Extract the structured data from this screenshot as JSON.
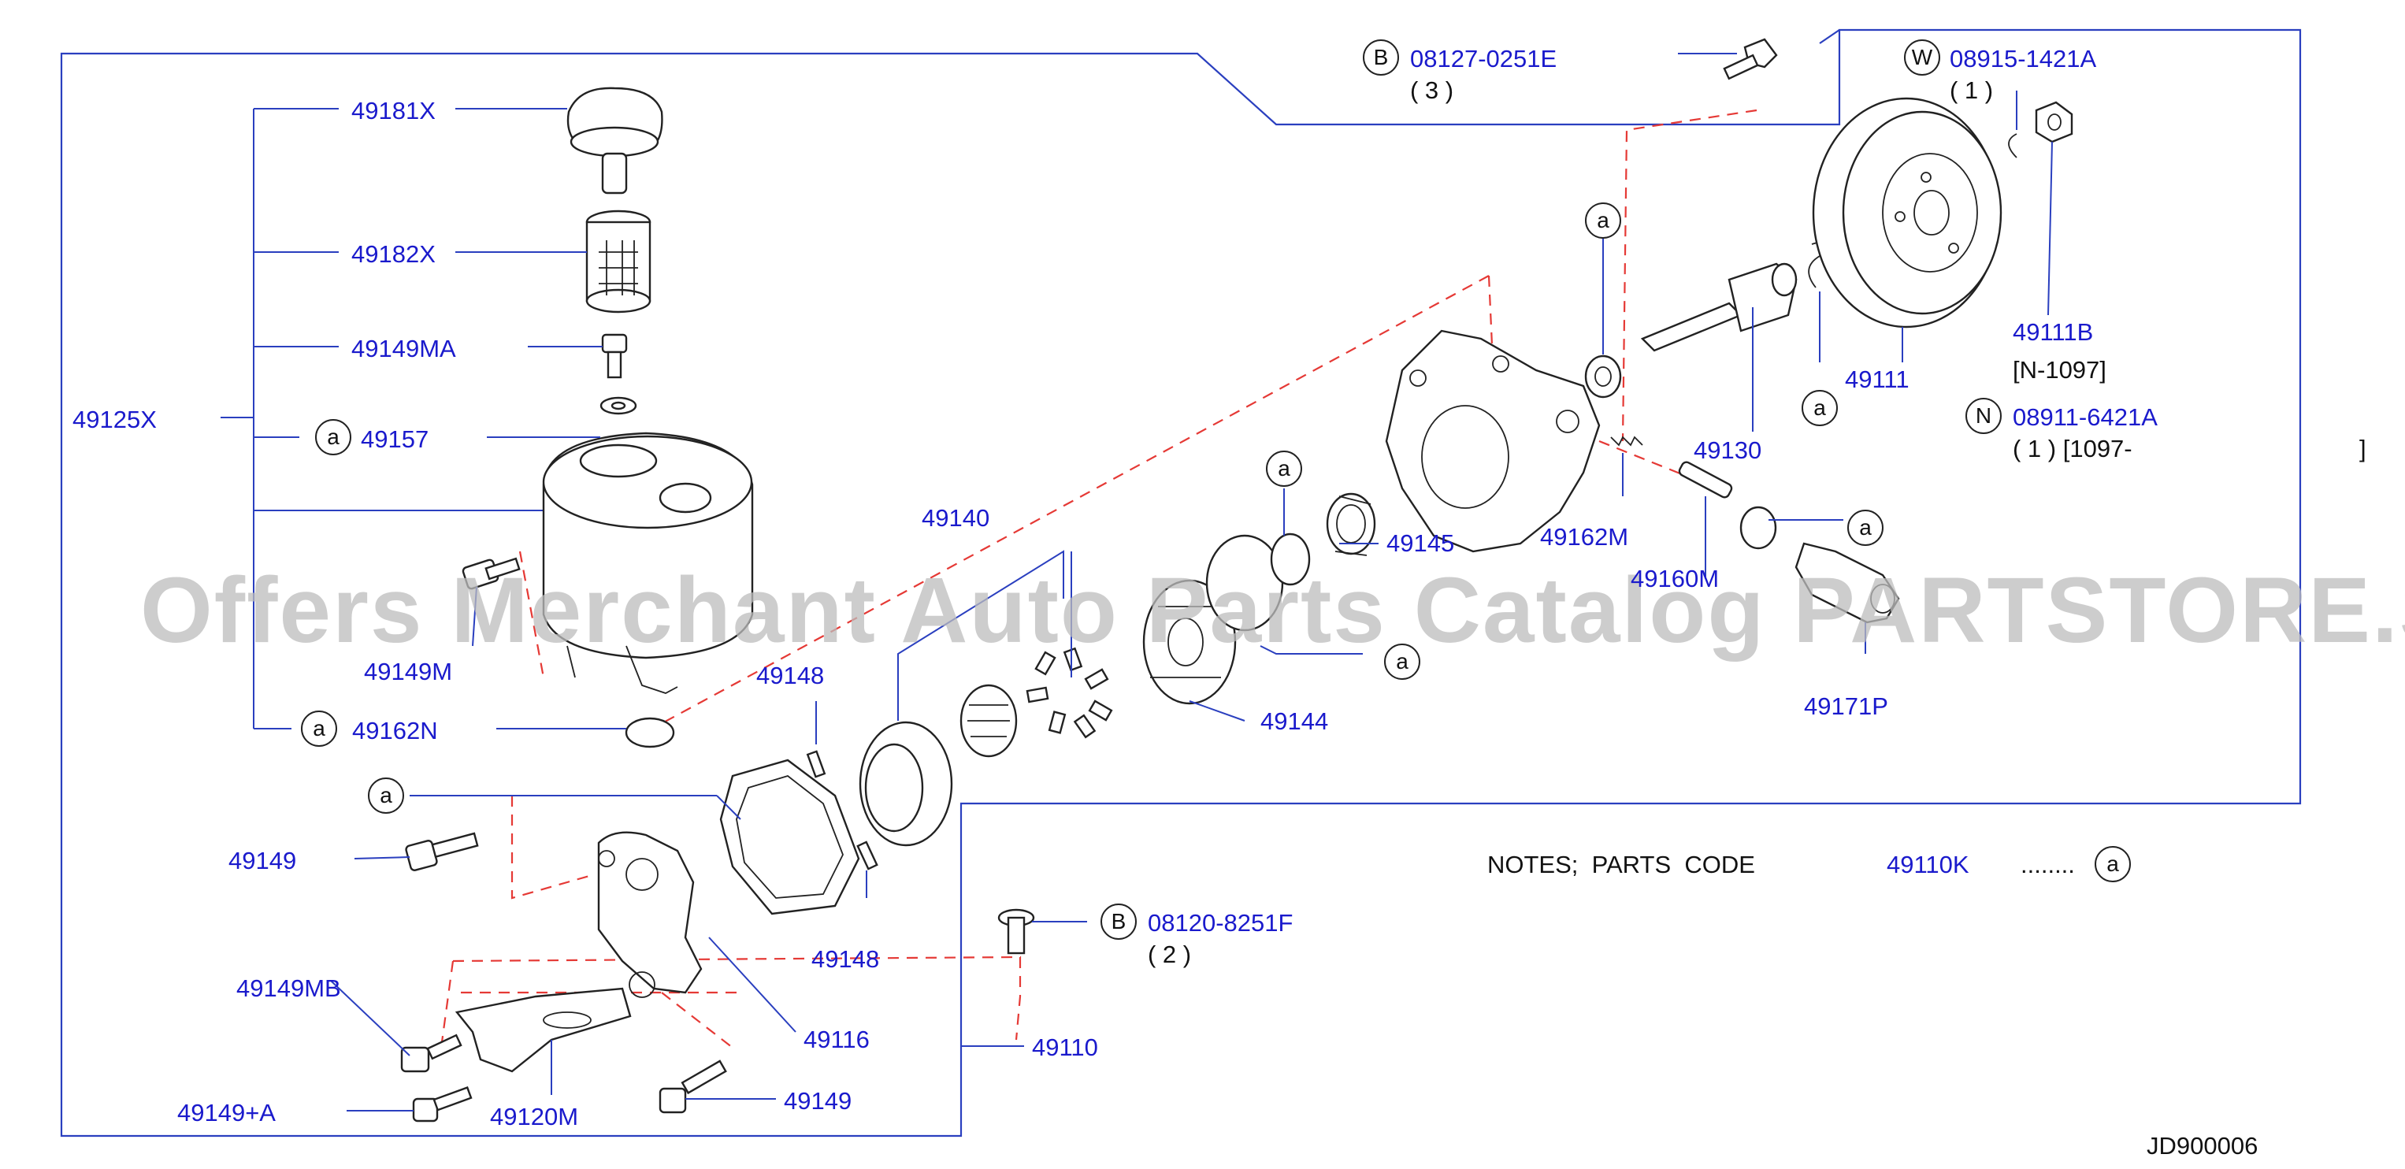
{
  "watermark": "Offers Merchant Auto Parts Catalog PARTSTORE.SA",
  "diagram_id": "JD900006",
  "notes": {
    "text": "NOTES;  PARTS  CODE",
    "code": "49110K",
    "dots": "........",
    "symbol": "a"
  },
  "callout_symbol": "a",
  "labels": {
    "p49181X": "49181X",
    "p49182X": "49182X",
    "p49149MA": "49149MA",
    "p49157": "49157",
    "p49125X": "49125X",
    "p49149M": "49149M",
    "p49162N": "49162N",
    "p49149_left": "49149",
    "p49149MB": "49149MB",
    "p49149A": "49149+A",
    "p49120M": "49120M",
    "p49149_bottom": "49149",
    "p49116": "49116",
    "p49110": "49110",
    "p49148_top": "49148",
    "p49148_bottom": "49148",
    "p49140": "49140",
    "p49144": "49144",
    "p49145": "49145",
    "p49162M": "49162M",
    "p49160M": "49160M",
    "p49130": "49130",
    "p49111": "49111",
    "p49111B": "49111B",
    "p49111B_range": "[N-1097]",
    "p49171P": "49171P",
    "bolt_B1": "08127-0251E",
    "bolt_B1_qty": "( 3 )",
    "bolt_B2": "08120-8251F",
    "bolt_B2_qty": "( 2 )",
    "washer_W": "08915-1421A",
    "washer_W_qty": "( 1 )",
    "nut_N": "08911-6421A",
    "nut_N_qty": "( 1 ) [1097-",
    "bracket_close": "]",
    "sym_B": "B",
    "sym_W": "W",
    "sym_N": "N"
  }
}
